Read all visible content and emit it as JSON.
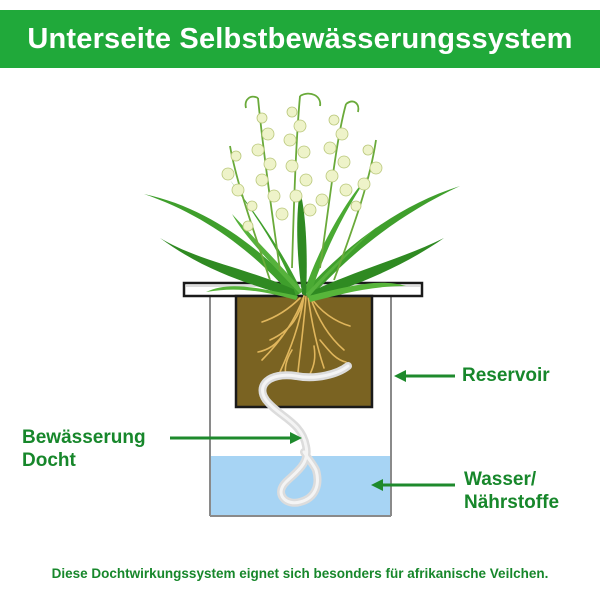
{
  "banner": {
    "title": "Unterseite Selbstbewässerungssystem"
  },
  "labels": {
    "reservoir": "Reservoir",
    "wick_line1": "Bewässerung",
    "wick_line2": "Docht",
    "water_line1": "Wasser/",
    "water_line2": "Nährstoffe"
  },
  "caption": "Diese Dochtwirkungssystem eignet sich besonders für afrikanische Veilchen.",
  "colors": {
    "banner": "#20a93a",
    "label_text": "#17872b",
    "arrow": "#1e8a2c",
    "soil": "#7a6322",
    "water": "#a7d4f4",
    "wick": "#dcdcdc",
    "leaf": "#3f9f2c",
    "flower": "#eef3c9"
  }
}
